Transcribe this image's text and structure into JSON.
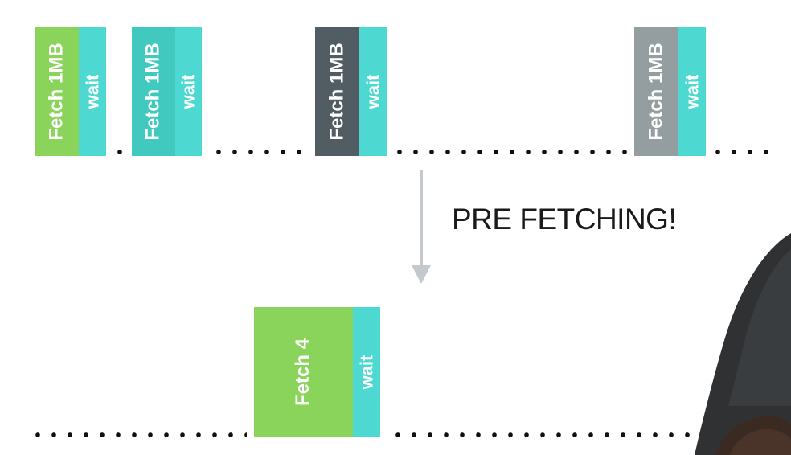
{
  "timeline_top": {
    "blocks": [
      {
        "fetch_label": "Fetch 1MB",
        "wait_label": "wait",
        "fetch_color": "#8bd45b",
        "wait_color": "#4dd9d2"
      },
      {
        "fetch_label": "Fetch 1MB",
        "wait_label": "wait",
        "fetch_color": "#41c9c0",
        "wait_color": "#4dd9d2"
      },
      {
        "fetch_label": "Fetch 1MB",
        "wait_label": "wait",
        "fetch_color": "#525c63",
        "wait_color": "#4dd9d2"
      },
      {
        "fetch_label": "Fetch 1MB",
        "wait_label": "wait",
        "fetch_color": "#949ea1",
        "wait_color": "#4dd9d2"
      }
    ]
  },
  "transition": {
    "label": "PRE FETCHING!",
    "arrow_color": "#c3c9cc"
  },
  "timeline_bottom": {
    "block": {
      "fetch_label": "Fetch 4",
      "wait_label": "wait",
      "fetch_color": "#8bd45b",
      "wait_color": "#4dd9d2"
    }
  },
  "dot_color": "#111111"
}
